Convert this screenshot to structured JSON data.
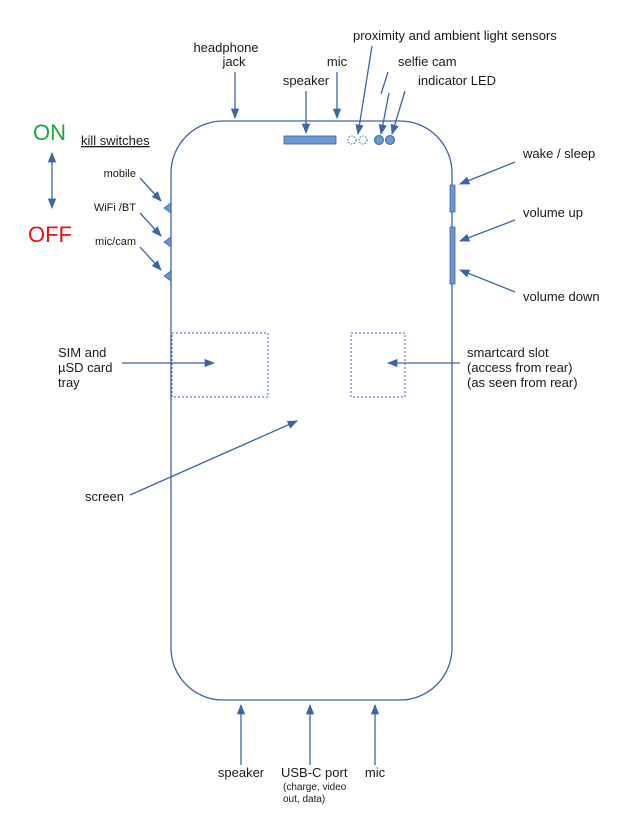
{
  "legend": {
    "on": "ON",
    "off": "OFF",
    "title": "kill switches",
    "on_color": "#1aaa3a",
    "off_color": "#ee1111"
  },
  "switches": [
    "mobile",
    "WiFi /BT",
    "mic/cam"
  ],
  "top": {
    "headphone_1": "headphone",
    "headphone_2": "jack",
    "speaker": "speaker",
    "mic": "mic",
    "sensors": "proximity and ambient light sensors",
    "selfie": "selfie cam",
    "led": "indicator LED"
  },
  "right": {
    "wake": "wake / sleep",
    "vol_up": "volume up",
    "vol_down": "volume down"
  },
  "sim": [
    "SIM and",
    "µSD card",
    "tray"
  ],
  "smartcard": [
    "smartcard slot",
    "(access from rear)",
    "(as seen from rear)"
  ],
  "screen": "screen",
  "bottom": {
    "speaker": "speaker",
    "usb": "USB-C port",
    "usb_note": [
      "(charge, video",
      "out, data)"
    ],
    "mic": "mic"
  },
  "colors": {
    "line": "#3a66a8",
    "fill": "#6b98d0"
  }
}
